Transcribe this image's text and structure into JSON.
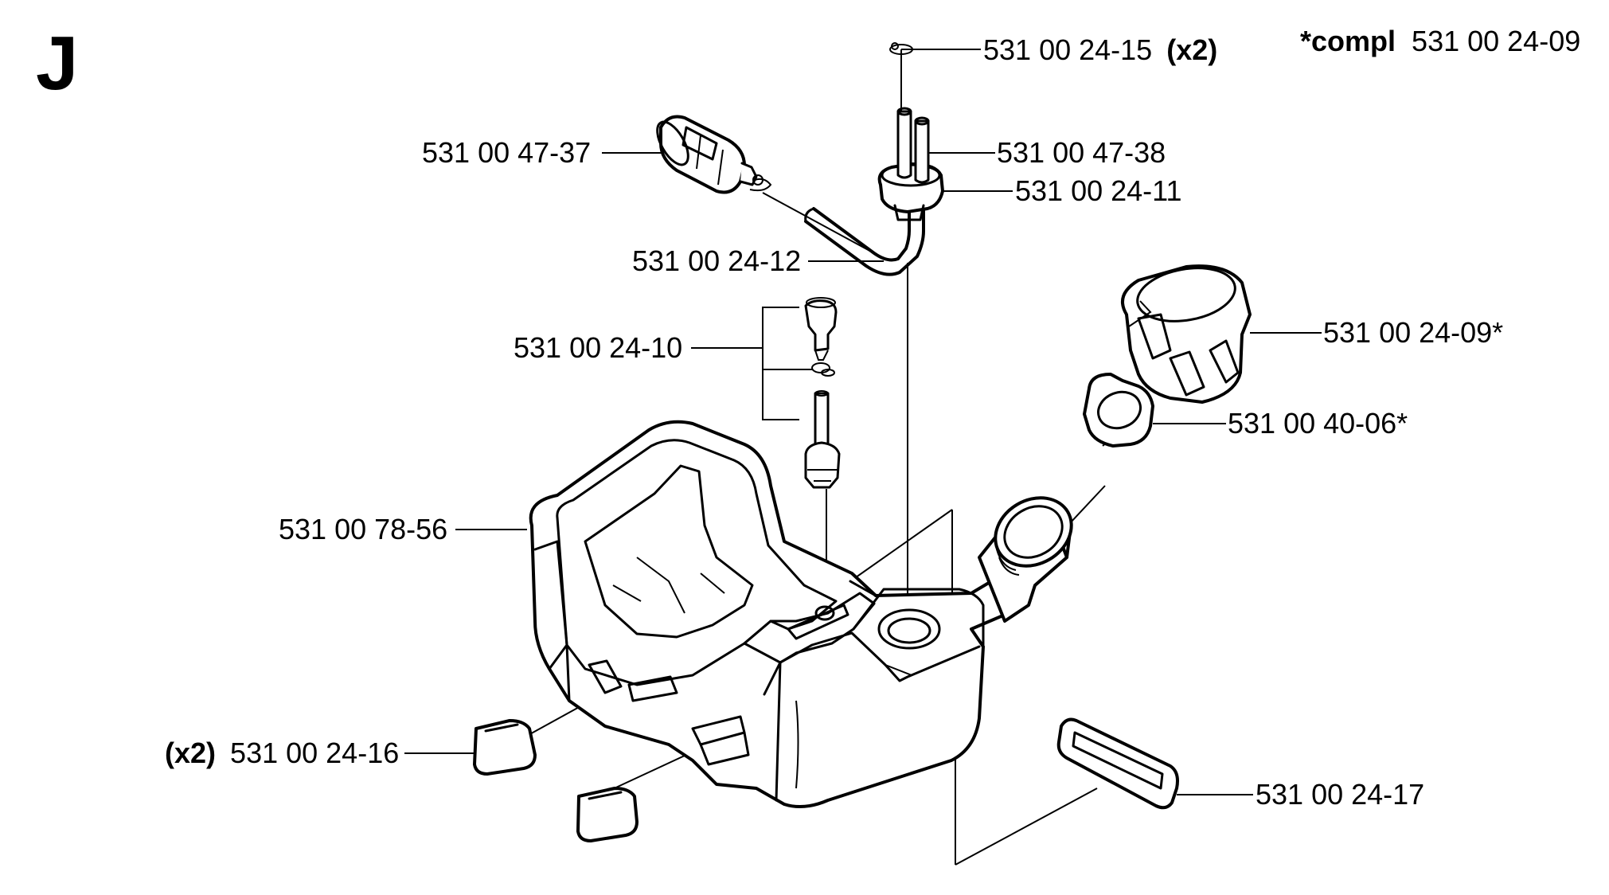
{
  "section_letter": "J",
  "compl_note": {
    "prefix": "*compl",
    "number": "531 00 24-09"
  },
  "parts": {
    "washer_x2": {
      "number": "531 00 24-15",
      "qty": "(x2)"
    },
    "fuel_filter": {
      "number": "531 00 47-37"
    },
    "vent_tube": {
      "number": "531 00 47-38"
    },
    "grommet": {
      "number": "531 00 24-11"
    },
    "fuel_hose": {
      "number": "531 00 24-12"
    },
    "tank_valve": {
      "number": "531 00 24-10"
    },
    "fuel_cap": {
      "number": "531 00 24-09*"
    },
    "cap_gasket": {
      "number": "531 00 40-06*"
    },
    "fuel_tank": {
      "number": "531 00 78-56"
    },
    "rubber_buffer": {
      "number": "531 00 24-16",
      "qty": "(x2)"
    },
    "seal_strip": {
      "number": "531 00 24-17"
    }
  }
}
